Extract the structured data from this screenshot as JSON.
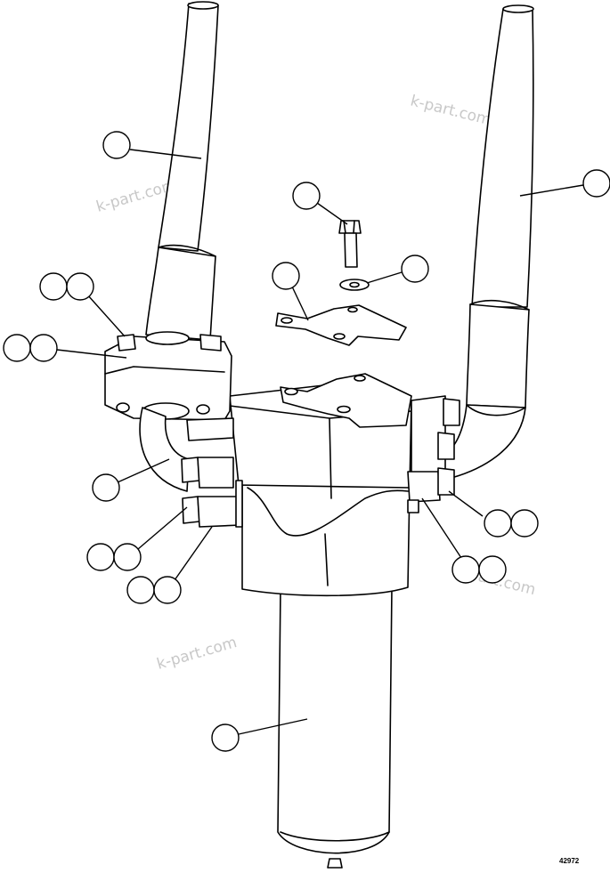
{
  "watermarks": [
    "k-part.com",
    "k-part.com",
    "k-part.com",
    "k-part.com"
  ],
  "figure_number": "42972",
  "callouts": {
    "balloons_are_empty": true,
    "groups": [
      {
        "id": "hose-left",
        "count": 1
      },
      {
        "id": "hose-right",
        "count": 1
      },
      {
        "id": "bolt",
        "count": 1
      },
      {
        "id": "washer",
        "count": 1
      },
      {
        "id": "bracket",
        "count": 1
      },
      {
        "id": "flange-bolt",
        "count": 2
      },
      {
        "id": "flange",
        "count": 2
      },
      {
        "id": "tube-elbow",
        "count": 1
      },
      {
        "id": "fitting-left-upper",
        "count": 2
      },
      {
        "id": "fitting-left-lower",
        "count": 2
      },
      {
        "id": "fitting-right-upper",
        "count": 2
      },
      {
        "id": "fitting-right-lower",
        "count": 2
      },
      {
        "id": "filter-element",
        "count": 1
      }
    ]
  },
  "colors": {
    "line": "#000000",
    "background": "#ffffff",
    "watermark": "#c8c8c8"
  }
}
